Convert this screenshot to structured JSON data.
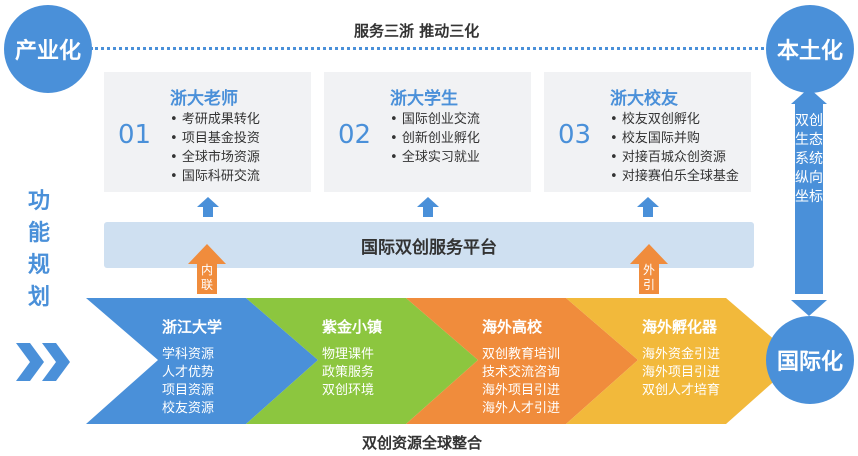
{
  "header": {
    "title": "服务三浙 推动三化"
  },
  "footer": {
    "title": "双创资源全球整合"
  },
  "circles": {
    "industrialize": "产业化",
    "localize": "本土化",
    "internationalize": "国际化"
  },
  "side_label": [
    "功",
    "能",
    "规",
    "划"
  ],
  "vertical_bar": "双创生态系统纵向坐标",
  "cards": [
    {
      "num": "01",
      "title": "浙大老师",
      "items": [
        "考研成果转化",
        "项目基金投资",
        "全球市场资源",
        "国际科研交流"
      ]
    },
    {
      "num": "02",
      "title": "浙大学生",
      "items": [
        "国际创业交流",
        "创新创业孵化",
        "全球实习就业"
      ]
    },
    {
      "num": "03",
      "title": "浙大校友",
      "items": [
        "校友双创孵化",
        "校友国际并购",
        "对接百城众创资源",
        "对接赛伯乐全球基金"
      ]
    }
  ],
  "platform": "国际双创服务平台",
  "arrow_labels": {
    "inner": [
      "内",
      "联"
    ],
    "outer": [
      "外",
      "引"
    ]
  },
  "segments": [
    {
      "title": "浙江大学",
      "items": [
        "学科资源",
        "人才优势",
        "项目资源",
        "校友资源"
      ],
      "color": "#4a90d9"
    },
    {
      "title": "紫金小镇",
      "items": [
        "物理课件",
        "政策服务",
        "双创环境"
      ],
      "color": "#8cc63f"
    },
    {
      "title": "海外高校",
      "items": [
        "双创教育培训",
        "技术交流咨询",
        "海外项目引进",
        "海外人才引进"
      ],
      "color": "#f08c3c"
    },
    {
      "title": "海外孵化器",
      "items": [
        "海外资金引进",
        "海外项目引进",
        "双创人才培育"
      ],
      "color": "#f2b93b"
    }
  ],
  "colors": {
    "accent": "#4a90d9",
    "platform": "#cfe0f1",
    "card": "#f1f2f4"
  }
}
